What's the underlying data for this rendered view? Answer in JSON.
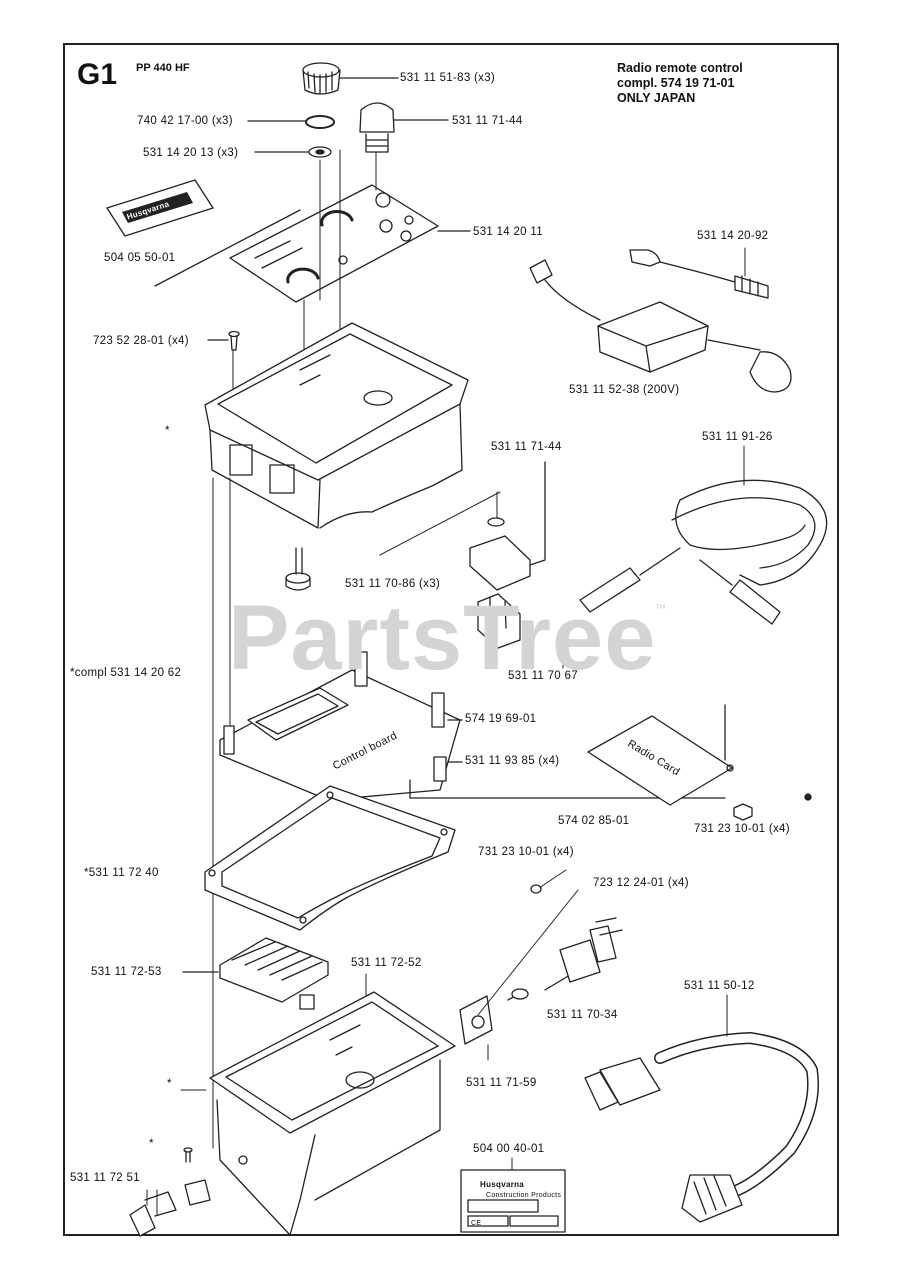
{
  "header": {
    "section_code": "G1",
    "model": "PP 440 HF",
    "note_line1": "Radio remote control",
    "note_line2": "compl. 574 19 71-01",
    "note_line3": "ONLY JAPAN"
  },
  "watermark": {
    "text": "PartsTree",
    "tm": "™"
  },
  "parts": [
    {
      "id": "p1",
      "text": "531 11 51-83 (x3)"
    },
    {
      "id": "p2",
      "text": "740 42 17-00 (x3)"
    },
    {
      "id": "p3",
      "text": "531 11 71-44"
    },
    {
      "id": "p4",
      "text": "531 14 20 13 (x3)"
    },
    {
      "id": "p5",
      "text": "531 14 20 11"
    },
    {
      "id": "p6",
      "text": "504 05 50-01"
    },
    {
      "id": "p7",
      "text": "531 14 20-92"
    },
    {
      "id": "p8",
      "text": "723 52 28-01 (x4)"
    },
    {
      "id": "p9",
      "text": "531 11 52-38 (200V)"
    },
    {
      "id": "p10",
      "text": "*"
    },
    {
      "id": "p11",
      "text": "531 11 71-44"
    },
    {
      "id": "p12",
      "text": "531 11 91-26"
    },
    {
      "id": "p13",
      "text": "531 11 70-86 (x3)"
    },
    {
      "id": "p14",
      "text": "*compl 531 14 20 62"
    },
    {
      "id": "p15",
      "text": "531 11 70 67"
    },
    {
      "id": "p16",
      "text": "574 19 69-01"
    },
    {
      "id": "p17",
      "text": "531 11 93 85 (x4)"
    },
    {
      "id": "p18",
      "text": "574 02 85-01"
    },
    {
      "id": "p19",
      "text": "731 23 10-01 (x4)"
    },
    {
      "id": "p20",
      "text": "731 23 10-01 (x4)"
    },
    {
      "id": "p21",
      "text": "*531 11 72 40"
    },
    {
      "id": "p22",
      "text": "723 12 24-01 (x4)"
    },
    {
      "id": "p23",
      "text": "531 11 72-53"
    },
    {
      "id": "p24",
      "text": "531 11 72-52"
    },
    {
      "id": "p25",
      "text": "531 11 50-12"
    },
    {
      "id": "p26",
      "text": "531 11 70-34"
    },
    {
      "id": "p27",
      "text": "*"
    },
    {
      "id": "p28",
      "text": "531 11 71-59"
    },
    {
      "id": "p29",
      "text": "*"
    },
    {
      "id": "p30",
      "text": "504 00 40-01"
    },
    {
      "id": "p31",
      "text": "531 11 72 51"
    }
  ],
  "embedded": {
    "control_board": "Control board",
    "radio_card": "Radio Card",
    "logo_brand": "Husqvarna",
    "plate_brand": "Husqvarna",
    "plate_subtitle": "Construction Products",
    "plate_ce": "CE"
  }
}
